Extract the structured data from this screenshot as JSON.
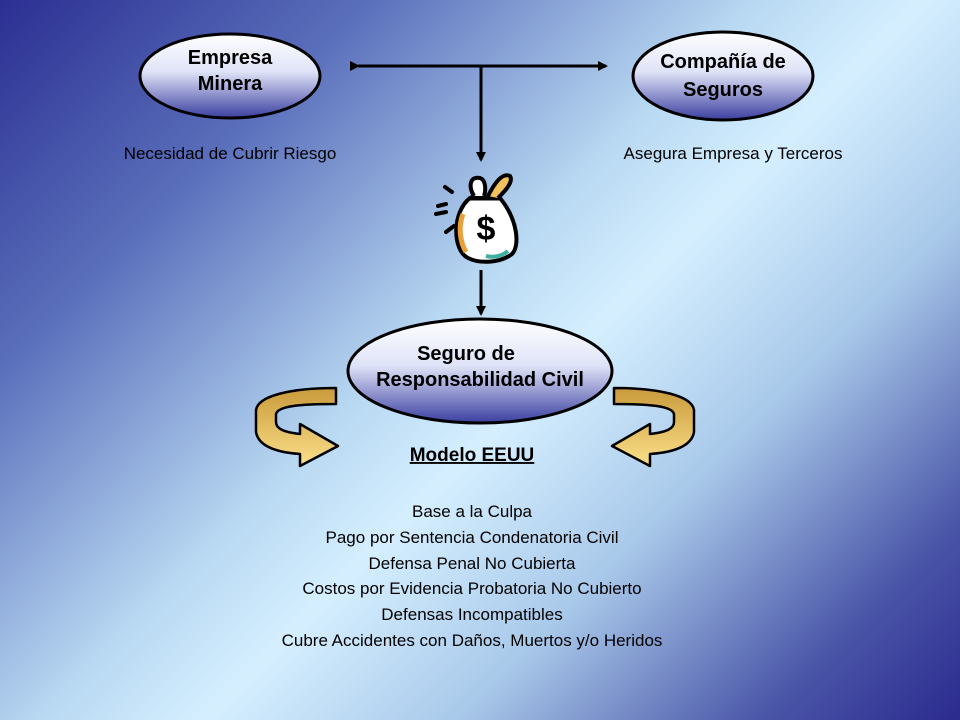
{
  "nodes": {
    "empresa": {
      "line1": "Empresa",
      "line2": "Minera"
    },
    "compania": {
      "line1": "Compañía de",
      "line2": "Seguros"
    },
    "seguro": {
      "line1": "Seguro de",
      "line2": "Responsabilidad Civil"
    }
  },
  "captions": {
    "left": "Necesidad de Cubrir Riesgo",
    "right": "Asegura Empresa y Terceros"
  },
  "money_bag_symbol": "$",
  "model": {
    "title": "Modelo EEUU",
    "items": [
      "Base a la Culpa",
      "Pago por Sentencia Condenatoria Civil",
      "Defensa Penal No Cubierta",
      "Costos por Evidencia Probatoria No Cubierto",
      "Defensas Incompatibles",
      "Cubre Accidentes con Daños, Muertos y/o Heridos"
    ]
  },
  "colors": {
    "oval_fill_top": "#ffffff",
    "oval_fill_bottom": "#3b3fa0",
    "arrow_gold": "#f7cf6a",
    "arrow_gold_dark": "#b98a2c"
  }
}
